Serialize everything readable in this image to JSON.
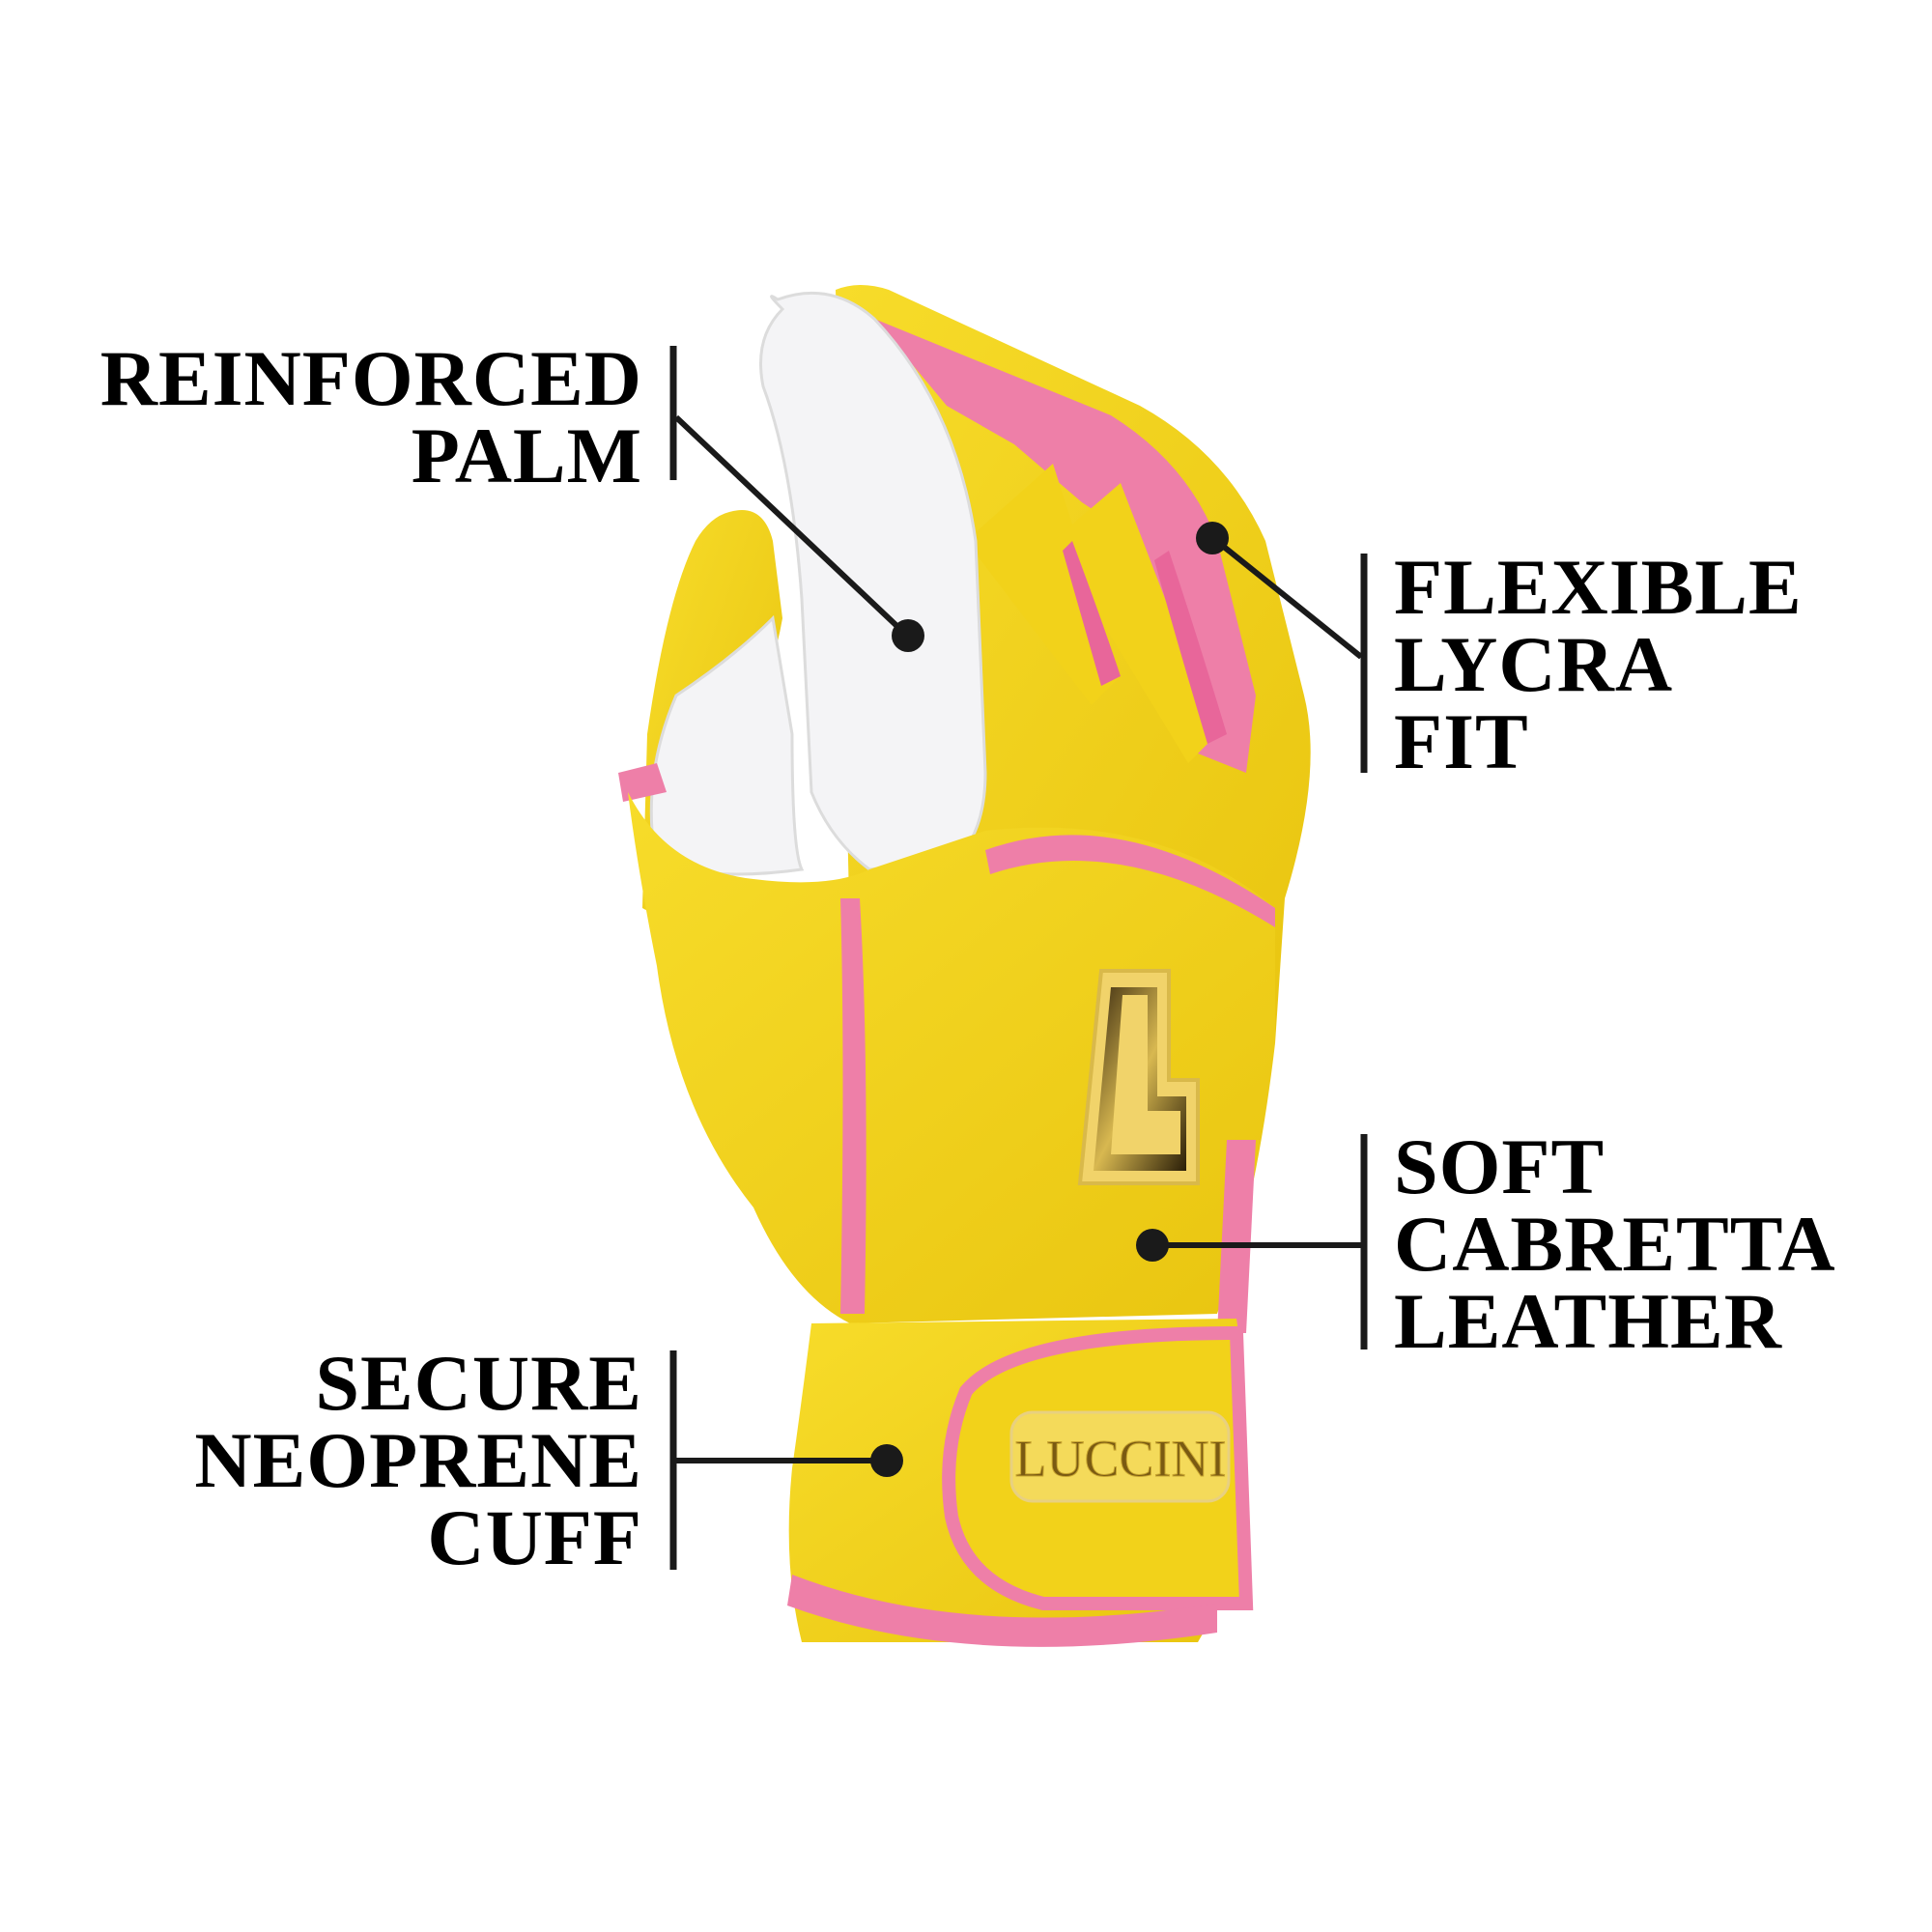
{
  "product": {
    "brand_badge": "LUCCINI",
    "logo_letter": "L",
    "colors": {
      "leather_yellow": "#F2D21A",
      "lycra_pink": "#EE7FA8",
      "palm_white": "#F4F4F6",
      "badge_gold": "#C9A630",
      "callout_black": "#1a1a1a"
    }
  },
  "callouts": [
    {
      "id": "reinforced-palm",
      "lines": [
        "REINFORCED",
        "PALM"
      ]
    },
    {
      "id": "flexible-lycra-fit",
      "lines": [
        "FLEXIBLE",
        "LYCRA",
        "FIT"
      ]
    },
    {
      "id": "soft-cabretta-leather",
      "lines": [
        "SOFT",
        "CABRETTA",
        "LEATHER"
      ]
    },
    {
      "id": "secure-neoprene-cuff",
      "lines": [
        "SECURE",
        "NEOPRENE",
        "CUFF"
      ]
    }
  ]
}
